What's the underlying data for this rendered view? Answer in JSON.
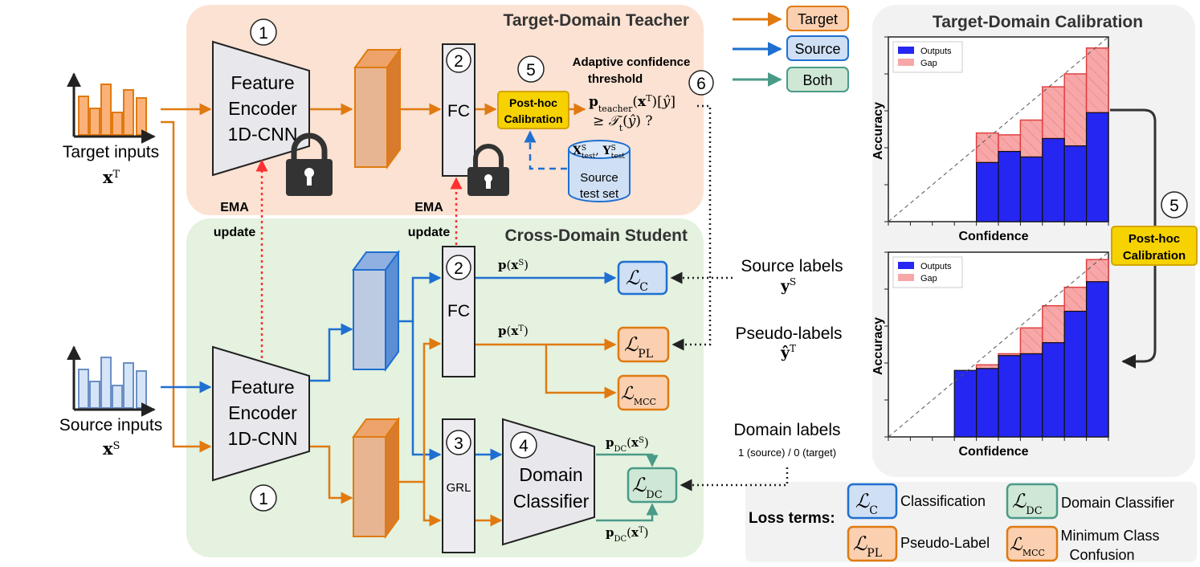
{
  "colors": {
    "target": "#e07a10",
    "source": "#1f6fd1",
    "both": "#4a9a88",
    "ema": "#ff3030",
    "teacher_bg": "#fbe2d2",
    "student_bg": "#e4f2df",
    "calib_bg": "#f2f2f2",
    "outputs_bar": "#2626f2",
    "gap_bar": "#f7a7a7",
    "posthoc_fill": "#f5d200"
  },
  "legend": {
    "target": "Target",
    "source": "Source",
    "both": "Both"
  },
  "teacher": {
    "title": "Target-Domain Teacher",
    "encoder_lines": [
      "Feature",
      "Encoder",
      "1D-CNN"
    ],
    "fc_label": "FC",
    "posthoc_lines": [
      "Post-hoc",
      "Calibration"
    ],
    "threshold_lines": [
      "Adaptive confidence",
      "threshold"
    ],
    "test_set_lines": [
      "Source",
      "test set"
    ]
  },
  "student": {
    "title": "Cross-Domain Student",
    "encoder_lines": [
      "Feature",
      "Encoder",
      "1D-CNN"
    ],
    "fc_label": "FC",
    "grl_label": "GRL",
    "domain_classifier_lines": [
      "Domain",
      "Classifier"
    ]
  },
  "ema_lines": [
    "EMA",
    "update"
  ],
  "inputs": {
    "target": "Target inputs",
    "source": "Source inputs"
  },
  "labels": {
    "source": "Source labels",
    "pseudo": "Pseudo-labels",
    "domain": "Domain labels",
    "domain_sub": "1 (source) / 0 (target)"
  },
  "steps": {
    "teacher_encoder": "1",
    "teacher_fc": "2",
    "posthoc": "5",
    "threshold": "6",
    "student_fc": "2",
    "grl": "3",
    "domain_classifier": "4",
    "student_encoder": "1",
    "calibration": "5"
  },
  "calibration": {
    "title": "Target-Domain Calibration",
    "posthoc_lines": [
      "Post-hoc",
      "Calibration"
    ]
  },
  "loss_legend": {
    "heading": "Loss terms:",
    "classification": "Classification",
    "domain_classifier": "Domain Classifier",
    "pseudo_label": "Pseudo-Label",
    "mcc_lines": [
      "Minimum Class",
      "Confusion"
    ]
  },
  "chart_data": [
    {
      "type": "bar",
      "panel": "before calibration",
      "xlabel": "Confidence",
      "ylabel": "Accuracy",
      "xlim": [
        0,
        1
      ],
      "ylim": [
        0,
        1
      ],
      "legend_position": "top-left",
      "series": [
        {
          "name": "Outputs",
          "color": "#2626f2",
          "bins": [
            [
              0.4,
              0.5,
              0.32
            ],
            [
              0.5,
              0.6,
              0.38
            ],
            [
              0.6,
              0.7,
              0.35
            ],
            [
              0.7,
              0.8,
              0.45
            ],
            [
              0.8,
              0.9,
              0.41
            ],
            [
              0.9,
              1.0,
              0.59
            ]
          ]
        },
        {
          "name": "Gap",
          "color": "#f7a7a7",
          "bins": [
            [
              0.4,
              0.5,
              0.48
            ],
            [
              0.5,
              0.6,
              0.47
            ],
            [
              0.6,
              0.7,
              0.55
            ],
            [
              0.7,
              0.8,
              0.73
            ],
            [
              0.8,
              0.9,
              0.8
            ],
            [
              0.9,
              1.0,
              0.94
            ]
          ]
        }
      ],
      "low_bin_over": true,
      "ylim_label_hidden": true
    },
    {
      "type": "bar",
      "panel": "after calibration",
      "xlabel": "Confidence",
      "ylabel": "Accuracy",
      "xlim": [
        0,
        1
      ],
      "ylim": [
        0,
        1
      ],
      "legend_position": "top-left",
      "series": [
        {
          "name": "Outputs",
          "color": "#2626f2",
          "bins": [
            [
              0.3,
              0.4,
              0.36
            ],
            [
              0.4,
              0.5,
              0.37
            ],
            [
              0.5,
              0.6,
              0.44
            ],
            [
              0.6,
              0.7,
              0.45
            ],
            [
              0.7,
              0.8,
              0.51
            ],
            [
              0.8,
              0.9,
              0.68
            ],
            [
              0.9,
              1.0,
              0.84
            ]
          ]
        },
        {
          "name": "Gap",
          "color": "#f7a7a7",
          "bins": [
            [
              0.3,
              0.4,
              0.36
            ],
            [
              0.4,
              0.5,
              0.39
            ],
            [
              0.5,
              0.6,
              0.45
            ],
            [
              0.6,
              0.7,
              0.59
            ],
            [
              0.7,
              0.8,
              0.71
            ],
            [
              0.8,
              0.9,
              0.81
            ],
            [
              0.9,
              1.0,
              0.96
            ]
          ]
        }
      ],
      "low_bin_over": true
    }
  ]
}
